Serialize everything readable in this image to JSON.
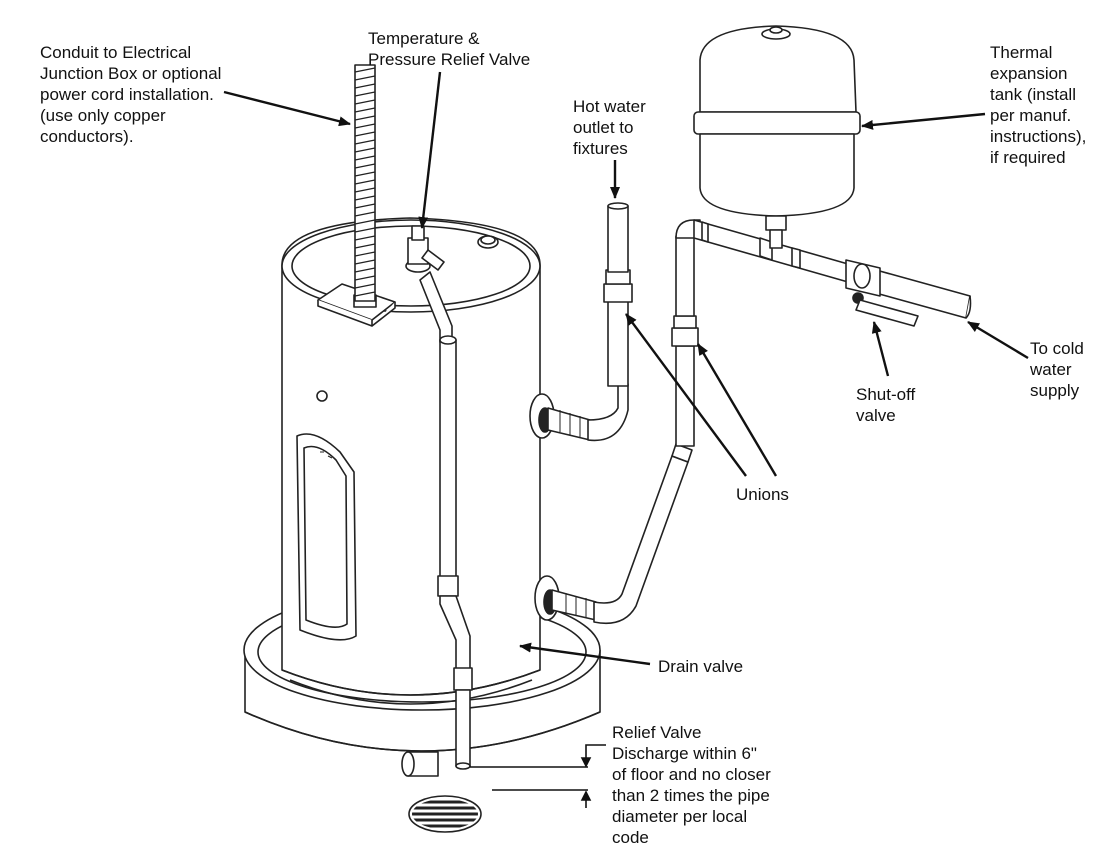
{
  "labels": {
    "conduit": [
      "Conduit to Electrical",
      "Junction Box or optional",
      "power cord installation.",
      "(use only copper",
      "conductors)."
    ],
    "tp_valve": [
      "Temperature &",
      "Pressure Relief Valve"
    ],
    "hot_water": [
      "Hot water",
      "outlet to",
      "fixtures"
    ],
    "expansion_tank": [
      "Thermal",
      "expansion",
      "tank (install",
      "per manuf.",
      "instructions),",
      "if required"
    ],
    "cold_supply": [
      "To cold",
      "water",
      "supply"
    ],
    "shutoff": [
      "Shut-off",
      "valve"
    ],
    "unions": [
      "Unions"
    ],
    "drain": [
      "Drain valve"
    ],
    "relief_discharge": [
      "Relief Valve",
      "Discharge within 6\"",
      "of floor and no closer",
      "than 2 times the pipe",
      "diameter per local",
      "code"
    ]
  }
}
